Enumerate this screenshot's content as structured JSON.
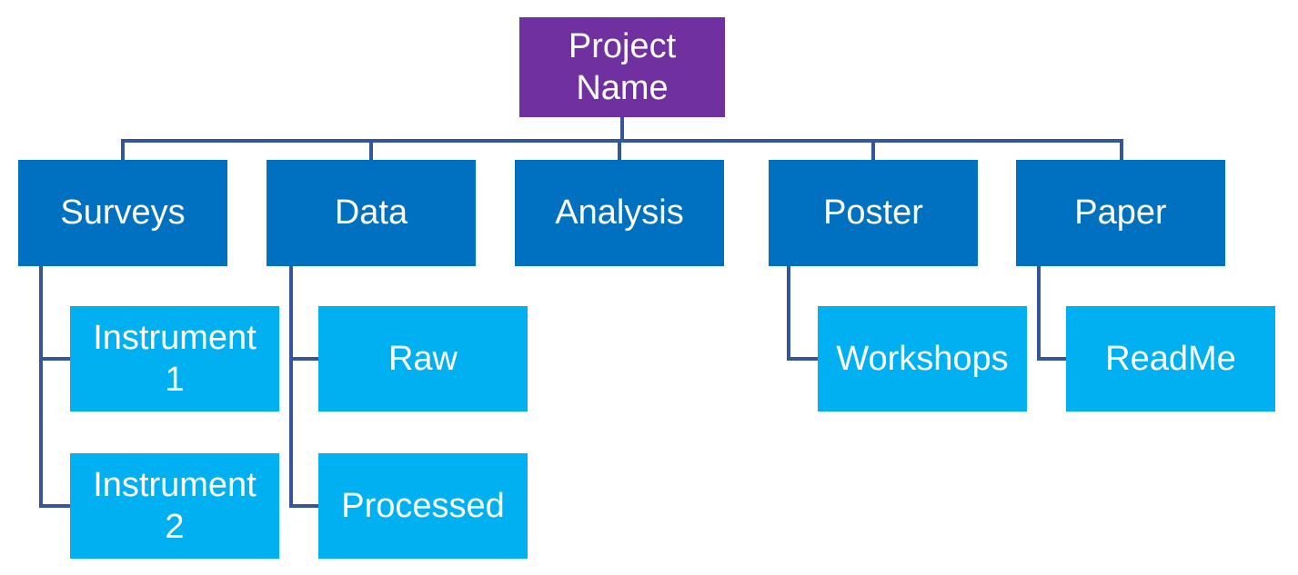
{
  "diagram_type": "hierarchy-org-chart",
  "tree": {
    "label": "Project Name",
    "children": [
      {
        "label": "Surveys",
        "children": [
          {
            "label": "Instrument 1"
          },
          {
            "label": "Instrument 2"
          }
        ]
      },
      {
        "label": "Data",
        "children": [
          {
            "label": "Raw"
          },
          {
            "label": "Processed"
          }
        ]
      },
      {
        "label": "Analysis",
        "children": []
      },
      {
        "label": "Poster",
        "children": [
          {
            "label": "Workshops"
          }
        ]
      },
      {
        "label": "Paper",
        "children": [
          {
            "label": "ReadMe"
          }
        ]
      }
    ]
  },
  "colors": {
    "root_node": "#7030A0",
    "branch_node": "#0070C0",
    "leaf_node": "#00B0F0",
    "connector_line": "#35569B",
    "node_text": "#FFFFFF",
    "background": "#FFFFFF"
  }
}
